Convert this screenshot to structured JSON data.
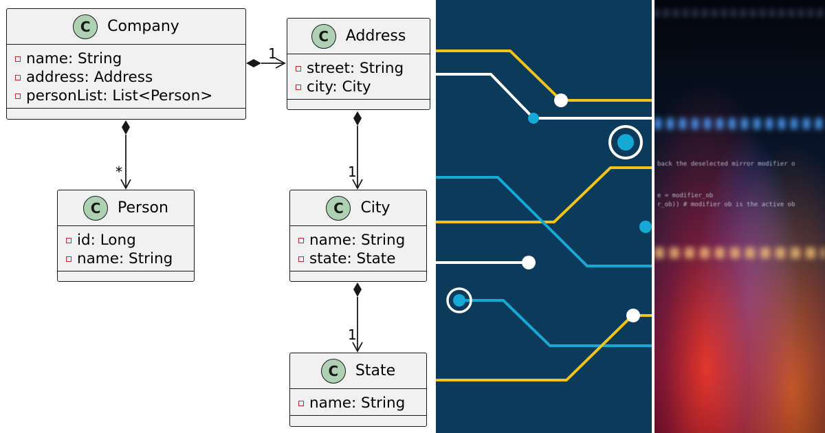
{
  "uml": {
    "class_icon_letter": "C",
    "classes": {
      "company": {
        "name": "Company",
        "attributes": [
          "name: String",
          "address: Address",
          "personList: List<Person>"
        ]
      },
      "address": {
        "name": "Address",
        "attributes": [
          "street: String",
          "city: City"
        ]
      },
      "person": {
        "name": "Person",
        "attributes": [
          "id: Long",
          "name: String"
        ]
      },
      "city": {
        "name": "City",
        "attributes": [
          "name: String",
          "state: State"
        ]
      },
      "state": {
        "name": "State",
        "attributes": [
          "name: String"
        ]
      }
    },
    "multiplicities": {
      "company_address": "1",
      "company_person": "*",
      "address_city": "1",
      "city_state": "1"
    },
    "colors": {
      "class_fill": "#f1f1f1",
      "icon_fill": "#add1b2",
      "visibility_marker": "#c82930",
      "line": "#181818"
    }
  },
  "circuit_panel": {
    "colors": {
      "background": "#0b3a5a",
      "yellow": "#f2c318",
      "blue": "#15a9d6",
      "white": "#ffffff"
    }
  },
  "code_panel": {
    "visible_lines": [
      "back the deselected mirror modifier o",
      "e = modifier_ob",
      "r_ob)) # modifier ob is the active ob"
    ]
  }
}
